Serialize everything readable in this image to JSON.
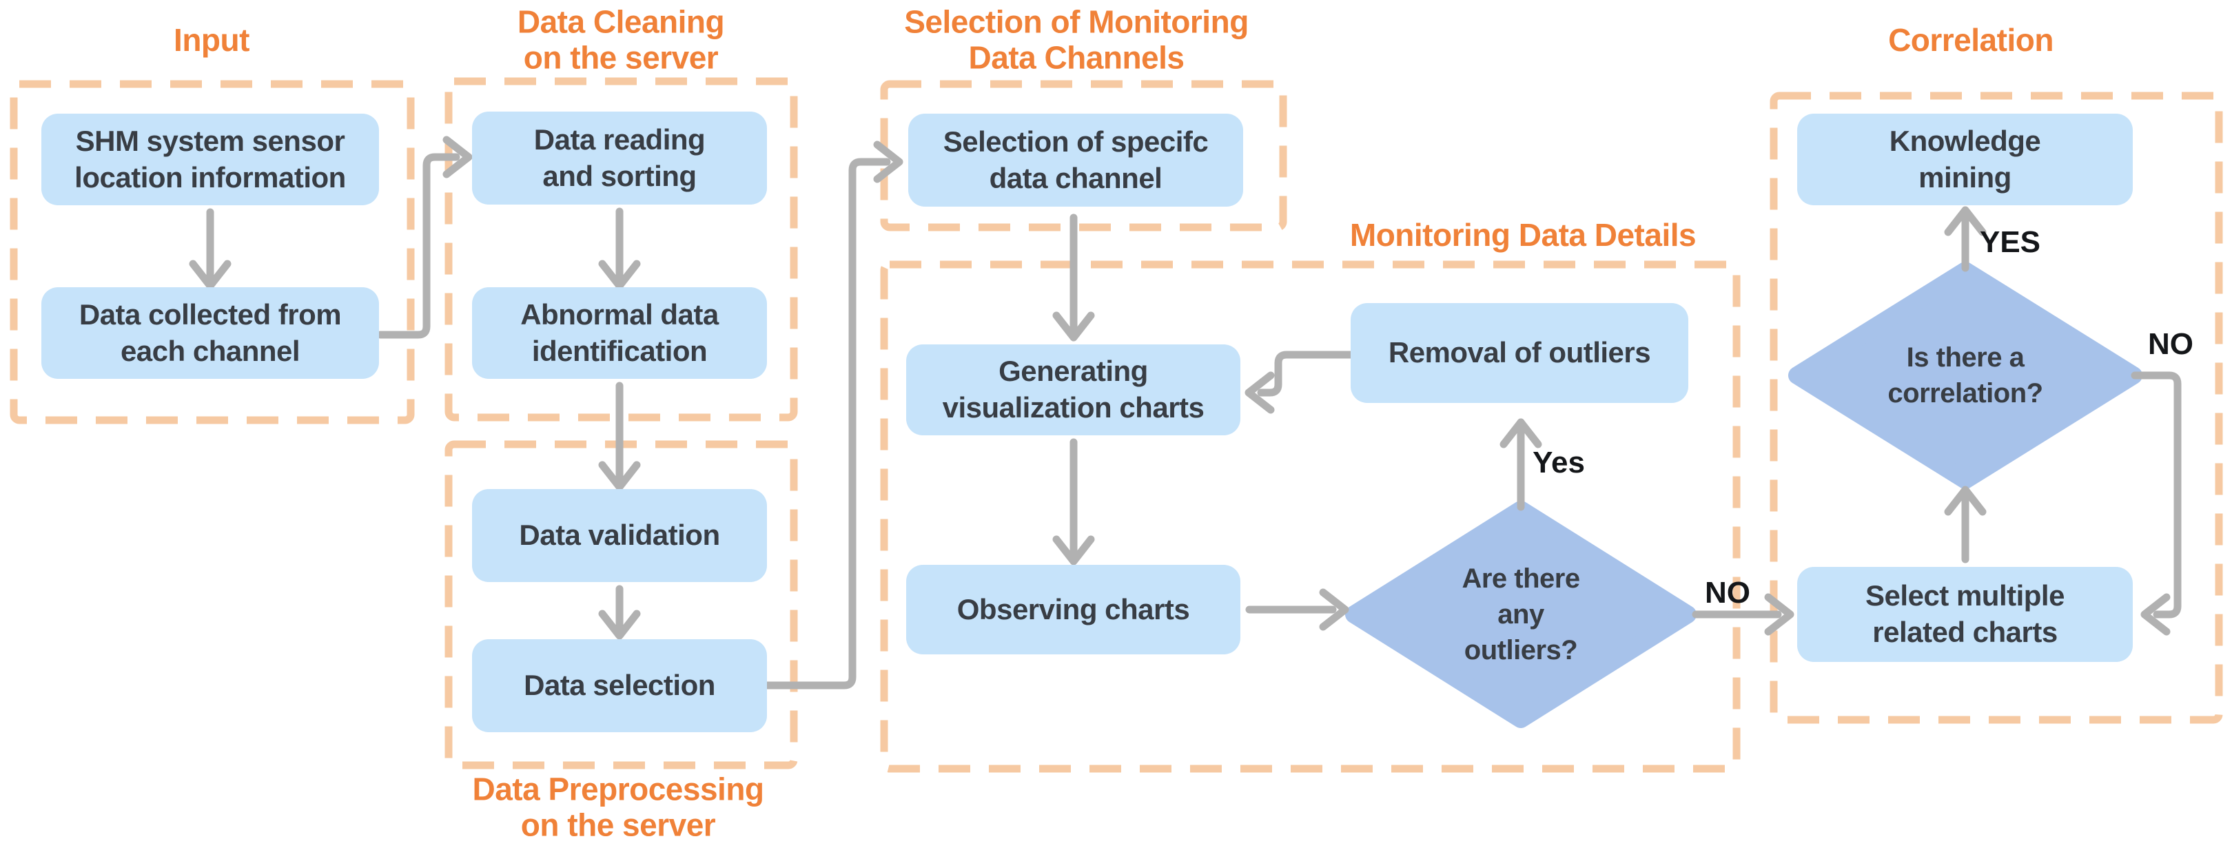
{
  "colors": {
    "accent_orange": "#f08138",
    "box_blue": "#c6e3fa",
    "diamond_blue": "#a7c2ea",
    "dash_peach": "#f6c9a2",
    "arrow_gray": "#b1b1b1",
    "text_dark": "#383d44",
    "label_black": "#141619"
  },
  "sections": {
    "input": {
      "title": "Input"
    },
    "data_cleaning": {
      "title": "Data Cleaning\non the server"
    },
    "data_preprocessing": {
      "title": "Data Preprocessing\non the server"
    },
    "channel_selection": {
      "title": "Selection of Monitoring\nData Channels"
    },
    "monitoring_details": {
      "title": "Monitoring Data Details"
    },
    "correlation": {
      "title": "Correlation"
    }
  },
  "nodes": {
    "shm_sensor": {
      "label": "SHM system sensor\nlocation information"
    },
    "data_collected": {
      "label": "Data collected from\neach channel"
    },
    "data_reading": {
      "label": "Data reading\nand sorting"
    },
    "abnormal_data": {
      "label": "Abnormal data\nidentification"
    },
    "data_validation": {
      "label": "Data validation"
    },
    "data_selection": {
      "label": "Data selection"
    },
    "specific_channel": {
      "label": "Selection of specifc\ndata channel"
    },
    "generating_charts": {
      "label": "Generating\nvisualization charts"
    },
    "removal_outliers": {
      "label": "Removal of outliers"
    },
    "observing_charts": {
      "label": "Observing charts"
    },
    "outliers_decision": {
      "label": "Are there\nany\noutliers?"
    },
    "knowledge_mining": {
      "label": "Knowledge\nmining"
    },
    "correlation_decision": {
      "label": "Is there a\ncorrelation?"
    },
    "select_charts": {
      "label": "Select multiple\nrelated charts"
    }
  },
  "edge_labels": {
    "outliers_yes": "Yes",
    "outliers_no": "NO",
    "correlation_yes": "YES",
    "correlation_no": "NO"
  }
}
